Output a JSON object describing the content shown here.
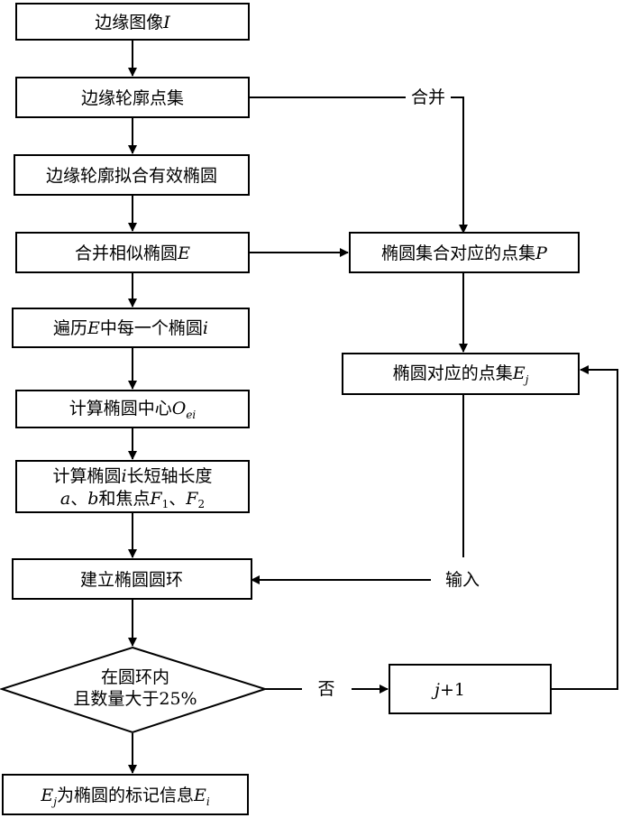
{
  "nodes": {
    "edge_image": {
      "prefix": "边缘图像",
      "var": "I"
    },
    "contour_points": {
      "text": "边缘轮廓点集"
    },
    "fit_ellipses": {
      "text": "边缘轮廓拟合有效椭圆"
    },
    "merge_similar": {
      "prefix": "合并相似椭圆",
      "var": "E"
    },
    "traverse": {
      "prefix": "遍历",
      "var1": "E",
      "mid": "中每一个椭圆",
      "var2": "i"
    },
    "compute_center": {
      "prefix": "计算椭圆中心",
      "var": "O",
      "sub": "ei"
    },
    "compute_axes": {
      "line1_prefix": "计算椭圆",
      "line1_var": "i",
      "line1_suffix": "长短轴长度",
      "line2_a": "a",
      "line2_sep1": "、",
      "line2_b": "b",
      "line2_mid": "和焦点",
      "line2_F1": "F",
      "line2_F1_sub": "1",
      "line2_sep2": "、",
      "line2_F2": "F",
      "line2_F2_sub": "2"
    },
    "build_ring": {
      "text": "建立椭圆圆环"
    },
    "decision": {
      "line1": "在圆环内",
      "line2": "且数量大于25%"
    },
    "result": {
      "var1": "E",
      "sub1": "j",
      "mid": "为椭圆的标记信息",
      "var2": "E",
      "sub2": "i"
    },
    "point_set_P": {
      "prefix": "椭圆集合对应的点集",
      "var": "P"
    },
    "point_set_Ej": {
      "prefix": "椭圆对应的点集",
      "var": "E",
      "sub": "j"
    },
    "increment": {
      "var": "j",
      "suffix": "+1"
    }
  },
  "edge_labels": {
    "merge": "合并",
    "input": "输入",
    "no": "否"
  }
}
